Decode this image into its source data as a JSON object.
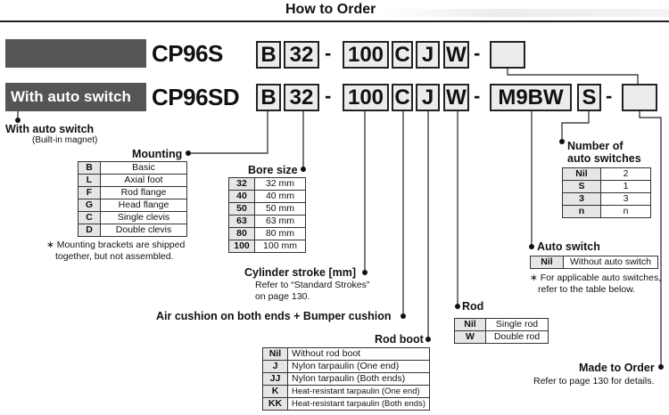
{
  "title": "How to Order",
  "row1": {
    "model": "CP96S",
    "codes": [
      "B",
      "32",
      "100",
      "C",
      "J",
      "W"
    ]
  },
  "row2": {
    "label": "With auto switch",
    "model": "CP96SD",
    "codes": [
      "B",
      "32",
      "100",
      "C",
      "J",
      "W",
      "M9BW",
      "S"
    ]
  },
  "dash": "-",
  "with_auto_switch": {
    "heading": "With auto switch",
    "sub": "(Built-in magnet)"
  },
  "mounting": {
    "heading": "Mounting",
    "rows": [
      {
        "code": "B",
        "desc": "Basic"
      },
      {
        "code": "L",
        "desc": "Axial foot"
      },
      {
        "code": "F",
        "desc": "Rod flange"
      },
      {
        "code": "G",
        "desc": "Head flange"
      },
      {
        "code": "C",
        "desc": "Single clevis"
      },
      {
        "code": "D",
        "desc": "Double clevis"
      }
    ],
    "note_line1": "∗ Mounting brackets are shipped",
    "note_line2": "together, but not assembled."
  },
  "bore": {
    "heading": "Bore size",
    "rows": [
      {
        "code": "32",
        "desc": "32 mm"
      },
      {
        "code": "40",
        "desc": "40 mm"
      },
      {
        "code": "50",
        "desc": "50 mm"
      },
      {
        "code": "63",
        "desc": "63 mm"
      },
      {
        "code": "80",
        "desc": "80 mm"
      },
      {
        "code": "100",
        "desc": "100 mm"
      }
    ]
  },
  "stroke": {
    "heading": "Cylinder stroke [mm]",
    "line1": "Refer to “Standard Strokes”",
    "line2": "on page 130."
  },
  "cushion": {
    "heading": "Air cushion on both ends + Bumper cushion"
  },
  "rod_boot": {
    "heading": "Rod boot",
    "rows": [
      {
        "code": "Nil",
        "desc": "Without rod boot"
      },
      {
        "code": "J",
        "desc": "Nylon tarpaulin (One end)"
      },
      {
        "code": "JJ",
        "desc": "Nylon tarpaulin (Both ends)"
      },
      {
        "code": "K",
        "desc": "Heat-resistant tarpaulin (One end)"
      },
      {
        "code": "KK",
        "desc": "Heat-resistant tarpaulin (Both ends)"
      }
    ]
  },
  "rod": {
    "heading": "Rod",
    "rows": [
      {
        "code": "Nil",
        "desc": "Single rod"
      },
      {
        "code": "W",
        "desc": "Double rod"
      }
    ]
  },
  "num_switches": {
    "heading_line1": "Number of",
    "heading_line2": "auto switches",
    "rows": [
      {
        "code": "Nil",
        "desc": "2"
      },
      {
        "code": "S",
        "desc": "1"
      },
      {
        "code": "3",
        "desc": "3"
      },
      {
        "code": "n",
        "desc": "n"
      }
    ]
  },
  "auto_switch": {
    "heading": "Auto switch",
    "rows": [
      {
        "code": "Nil",
        "desc": "Without auto switch"
      }
    ],
    "note_line1": "∗ For applicable auto switches,",
    "note_line2": "refer to the table below."
  },
  "made_to_order": {
    "heading": "Made to Order",
    "line1": "Refer to page 130 for details."
  }
}
